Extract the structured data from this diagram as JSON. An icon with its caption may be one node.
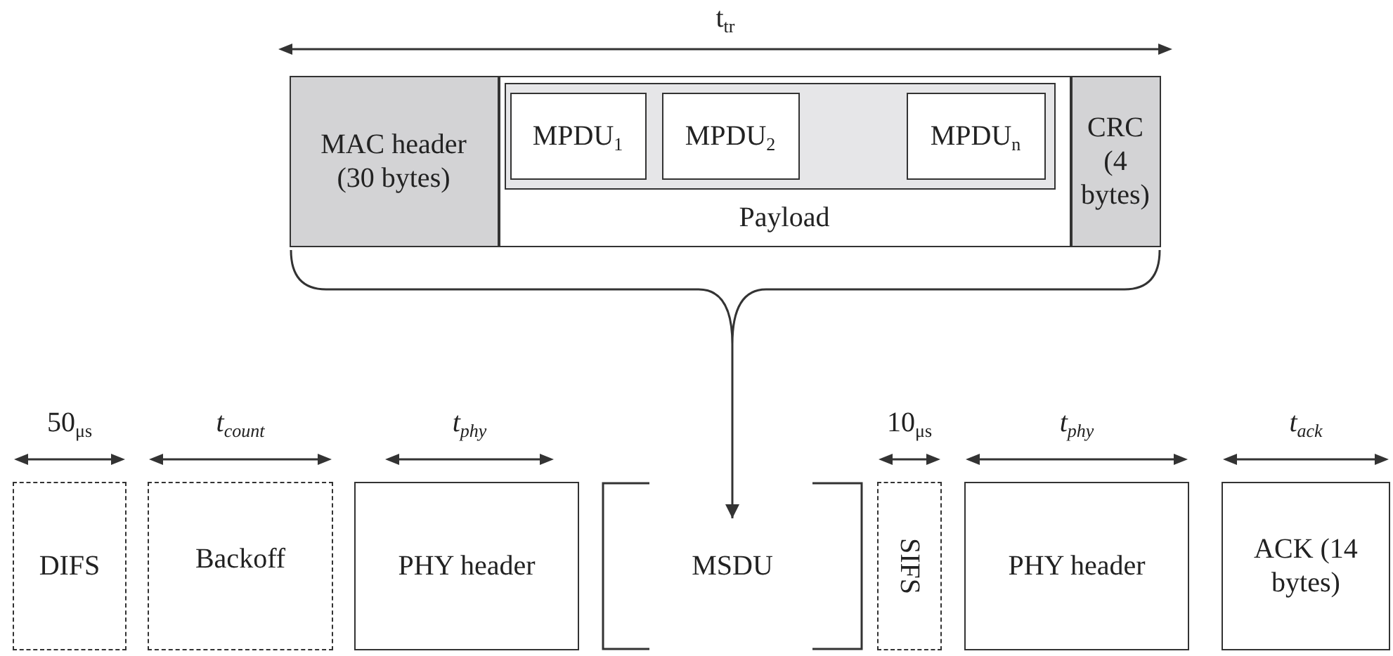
{
  "diagram": {
    "nodes": [
      {
        "text": [],
        "shape": "box"
      },
      {
        "text": [
          "MAC header (30 bytes)"
        ],
        "in": 0
      },
      {
        "text": [
          "Payload"
        ],
        "in": 0
      },
      {
        "text": [],
        "shape": "box",
        "in": 2
      },
      {
        "text": [
          "MPDU$_{1}$"
        ],
        "in": 3
      },
      {
        "text": [
          "MPDU$_{2}$"
        ],
        "in": 3
      },
      {
        "text": [
          "MPDU$_{n}$"
        ],
        "in": 3
      },
      {
        "text": [
          "CRC (4 bytes)"
        ],
        "in": 0
      },
      {
        "text": [],
        "shape": "brace"
      },
      {
        "text": [
          "DIFS"
        ],
        "beside": [
          "50$_{μs}$"
        ]
      },
      {
        "text": [
          "Backoff"
        ],
        "beside": [
          "t$_{count}$"
        ]
      },
      {
        "text": [
          "PHY header"
        ],
        "beside": [
          "t$_{phy}$"
        ]
      },
      {
        "text": [
          "MSDU"
        ]
      },
      {
        "text": [
          "SIFS"
        ],
        "beside": [
          "10$_{μs}$"
        ]
      },
      {
        "text": [
          "PHY header"
        ],
        "beside": [
          "t$_{phy}$"
        ]
      },
      {
        "text": [
          "ACK (14 bytes)"
        ],
        "beside": [
          "t$_{ack}$"
        ]
      }
    ],
    "edges": [
      {
        "from": 8,
        "to": 12,
        "arrow": "to"
      }
    ],
    "labels": [
      "t$_{tr}$"
    ]
  }
}
